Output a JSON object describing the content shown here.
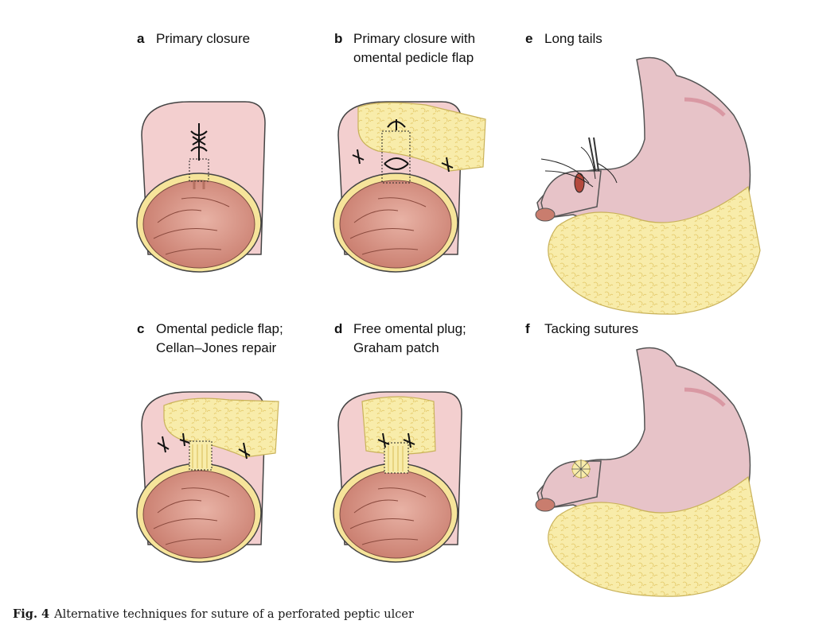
{
  "panels": [
    {
      "letter": "a",
      "line1": "Primary closure",
      "line2": ""
    },
    {
      "letter": "b",
      "line1": "Primary closure with",
      "line2": "omental pedicle flap"
    },
    {
      "letter": "c",
      "line1": "Omental pedicle flap;",
      "line2": "Cellan–Jones repair"
    },
    {
      "letter": "d",
      "line1": "Free omental plug;",
      "line2": "Graham patch"
    },
    {
      "letter": "e",
      "line1": "Long tails",
      "line2": ""
    },
    {
      "letter": "f",
      "line1": "Tacking sutures",
      "line2": ""
    }
  ],
  "caption": {
    "label": "Fig. 4",
    "text": "Alternative techniques for suture of a perforated peptic ulcer"
  },
  "colors": {
    "mucosa": "#f3cfcf",
    "lumen": "#dc9a8c",
    "omentum": "#f7eaa2",
    "stomach": "#e7c3c8",
    "outline": "#333333"
  }
}
